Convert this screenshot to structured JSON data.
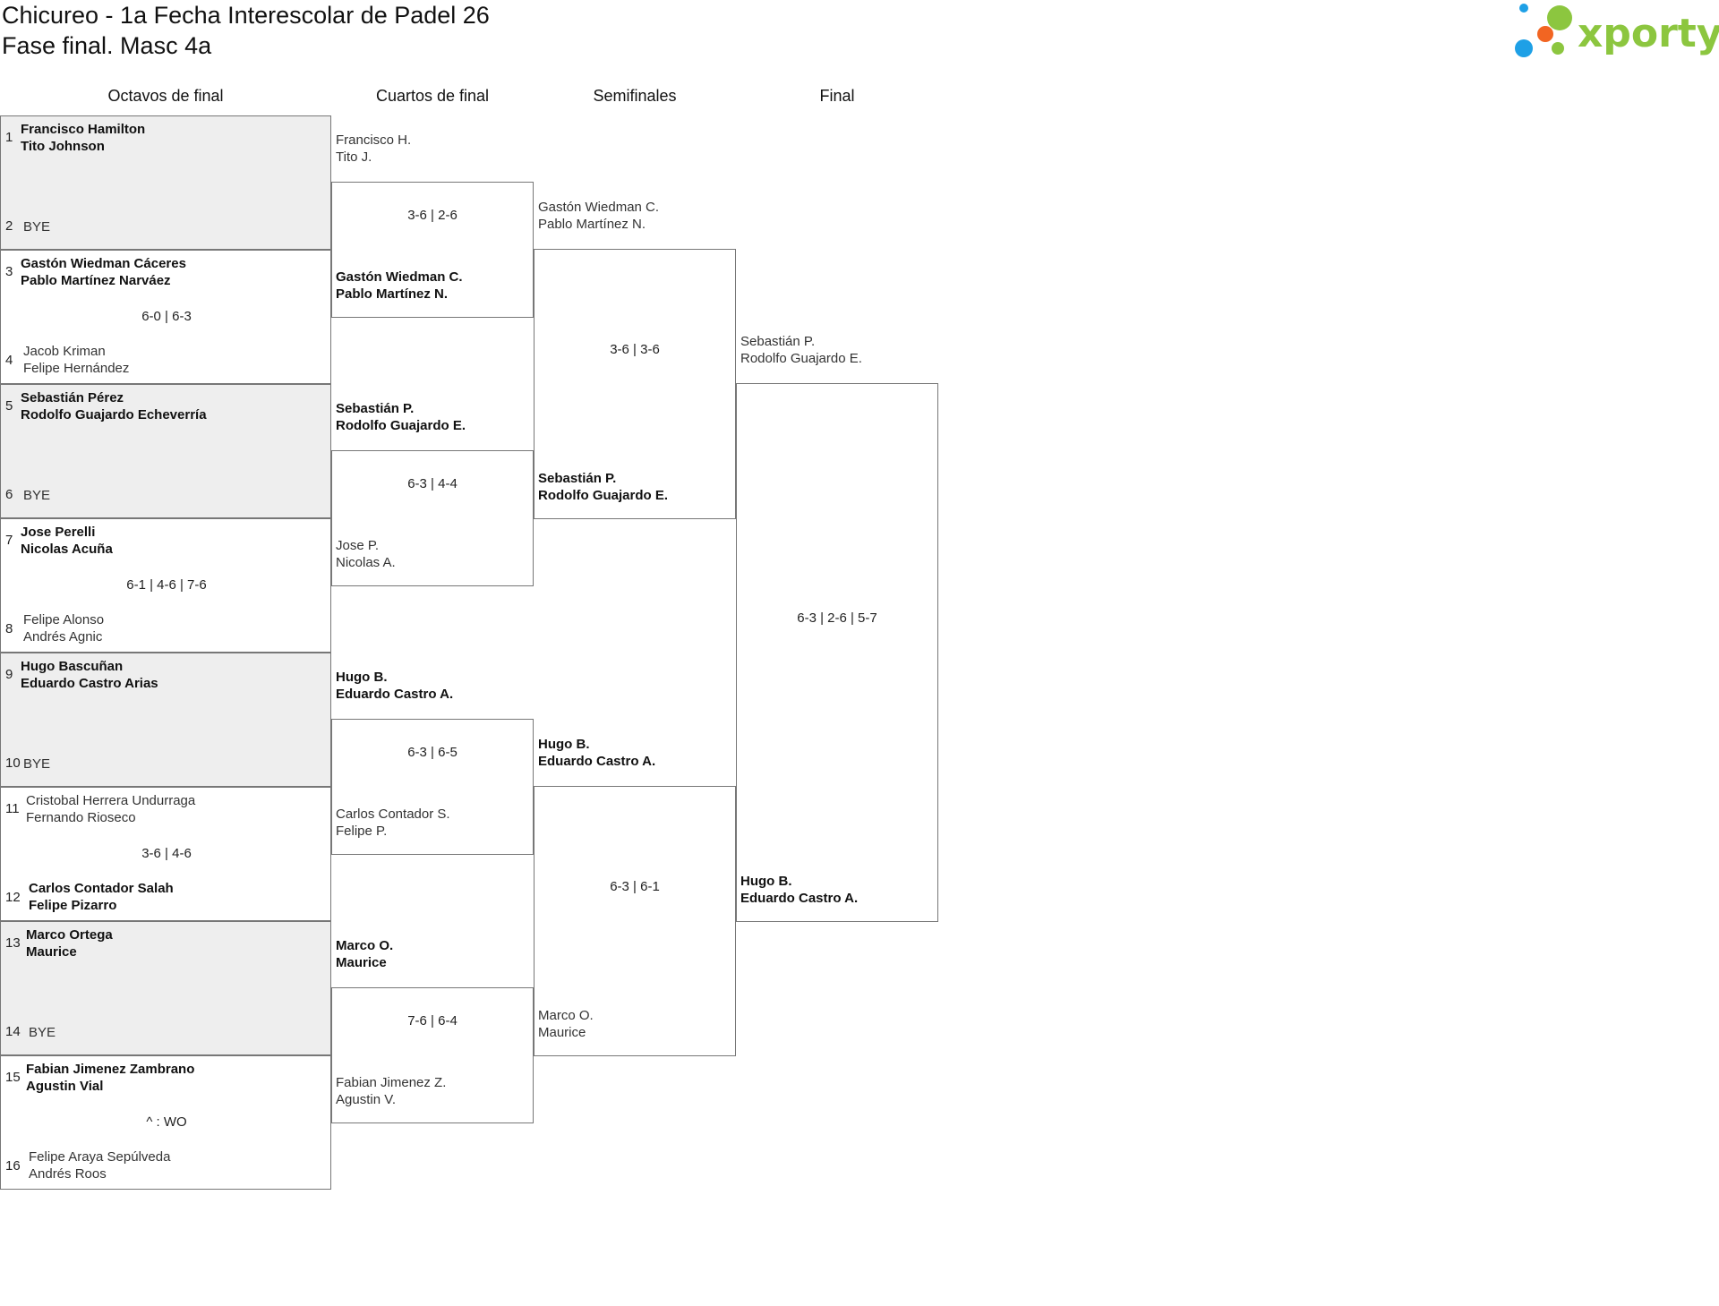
{
  "header": {
    "title_line1": "Chicureo - 1a Fecha Interescolar de Padel 26",
    "title_line2": "Fase final. Masc 4a",
    "logo_text": "xporty"
  },
  "rounds": {
    "r16": "Octavos de final",
    "qf": "Cuartos de final",
    "sf": "Semifinales",
    "final": "Final"
  },
  "r16": [
    {
      "n1": "1",
      "t1a": "Francisco Hamilton",
      "t1b": "Tito Johnson",
      "n2": "2",
      "t2a": "BYE",
      "t2b": "",
      "score": ""
    },
    {
      "n1": "3",
      "t1a": "Gastón Wiedman Cáceres",
      "t1b": "Pablo Martínez Narváez",
      "n2": "4",
      "t2a": "Jacob Kriman",
      "t2b": "Felipe Hernández",
      "score": "6-0 | 6-3"
    },
    {
      "n1": "5",
      "t1a": "Sebastián Pérez",
      "t1b": "Rodolfo Guajardo Echeverría",
      "n2": "6",
      "t2a": "BYE",
      "t2b": "",
      "score": ""
    },
    {
      "n1": "7",
      "t1a": "Jose Perelli",
      "t1b": "Nicolas Acuña",
      "n2": "8",
      "t2a": "Felipe Alonso",
      "t2b": "Andrés Agnic",
      "score": "6-1 | 4-6 | 7-6"
    },
    {
      "n1": "9",
      "t1a": "Hugo Bascuñan",
      "t1b": "Eduardo Castro Arias",
      "n2": "10",
      "t2a": "BYE",
      "t2b": "",
      "score": ""
    },
    {
      "n1": "11",
      "t1a": "Cristobal Herrera Undurraga",
      "t1b": "Fernando Rioseco",
      "n2": "12",
      "t2a": "Carlos Contador Salah",
      "t2b": "Felipe Pizarro",
      "score": "3-6 | 4-6"
    },
    {
      "n1": "13",
      "t1a": "Marco Ortega",
      "t1b": "Maurice",
      "n2": "14",
      "t2a": "BYE",
      "t2b": "",
      "score": ""
    },
    {
      "n1": "15",
      "t1a": "Fabian Jimenez Zambrano",
      "t1b": "Agustin Vial",
      "n2": "16",
      "t2a": "Felipe Araya Sepúlveda",
      "t2b": "Andrés Roos",
      "score": "^ : WO"
    }
  ],
  "qf": [
    {
      "a1": "Francisco H.",
      "a2": "Tito J.",
      "b1": "Gastón Wiedman C.",
      "b2": "Pablo Martínez N.",
      "score": "3-6 | 2-6"
    },
    {
      "a1": "Sebastián P.",
      "a2": "Rodolfo Guajardo E.",
      "b1": "Jose P.",
      "b2": "Nicolas A.",
      "score": "6-3 | 4-4"
    },
    {
      "a1": "Hugo B.",
      "a2": "Eduardo Castro A.",
      "b1": "Carlos Contador S.",
      "b2": "Felipe P.",
      "score": "6-3 | 6-5"
    },
    {
      "a1": "Marco O.",
      "a2": "Maurice",
      "b1": "Fabian Jimenez Z.",
      "b2": "Agustin V.",
      "score": "7-6 | 6-4"
    }
  ],
  "sf": [
    {
      "a1": "Gastón Wiedman C.",
      "a2": "Pablo Martínez N.",
      "b1": "Sebastián P.",
      "b2": "Rodolfo Guajardo E.",
      "score": "3-6 | 3-6"
    },
    {
      "a1": "Hugo B.",
      "a2": "Eduardo Castro A.",
      "b1": "Marco O.",
      "b2": "Maurice",
      "score": "6-3 | 6-1"
    }
  ],
  "final": {
    "a1": "Sebastián P.",
    "a2": "Rodolfo Guajardo E.",
    "b1": "Hugo B.",
    "b2": "Eduardo Castro A.",
    "score": "6-3 | 2-6 | 5-7"
  },
  "colors": {
    "bye_fill": "#eeeeee",
    "border": "#777777",
    "logo_green": "#8cc63f",
    "logo_orange": "#f26522",
    "logo_blue": "#1ea0e6"
  }
}
